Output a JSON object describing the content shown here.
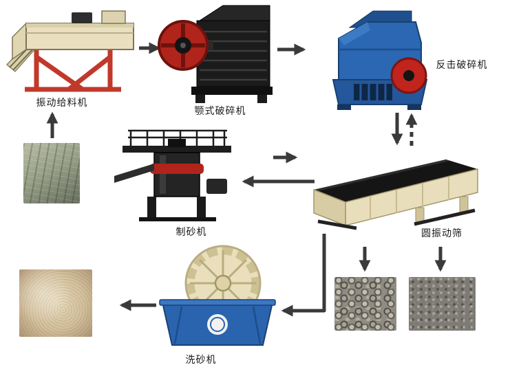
{
  "labels": {
    "vibrating_feeder": "振动给料机",
    "jaw_crusher": "颚式破碎机",
    "impact_crusher": "反击破碎机",
    "sand_maker": "制砂机",
    "vibrating_screen": "圆振动筛",
    "sand_washer": "洗砂机"
  },
  "images": {
    "raw_rock": "raw-rock-photo",
    "finished_sand": "finished-sand-pile-photo",
    "coarse_aggregate": "coarse-gravel-photo",
    "fine_aggregate": "fine-gravel-photo"
  },
  "flow": [
    {
      "from": "raw_rock",
      "to": "vibrating_feeder",
      "style": "solid"
    },
    {
      "from": "vibrating_feeder",
      "to": "jaw_crusher",
      "style": "solid"
    },
    {
      "from": "jaw_crusher",
      "to": "impact_crusher",
      "style": "solid"
    },
    {
      "from": "impact_crusher",
      "to": "vibrating_screen",
      "style": "solid"
    },
    {
      "from": "vibrating_screen",
      "to": "impact_crusher",
      "style": "dashed"
    },
    {
      "from": "sand_maker",
      "to": "vibrating_screen",
      "style": "solid"
    },
    {
      "from": "vibrating_screen",
      "to": "sand_maker",
      "style": "solid"
    },
    {
      "from": "vibrating_screen",
      "to": "coarse_aggregate",
      "style": "solid"
    },
    {
      "from": "vibrating_screen",
      "to": "fine_aggregate",
      "style": "solid"
    },
    {
      "from": "vibrating_screen",
      "to": "sand_washer",
      "style": "solid"
    },
    {
      "from": "sand_washer",
      "to": "finished_sand",
      "style": "solid"
    }
  ],
  "colors": {
    "background": "#ffffff",
    "arrow": "#3a3a3a",
    "machine_blue": "#2a64ae",
    "machine_red": "#b1241c",
    "machine_cream": "#e8debc",
    "machine_dark": "#1b1b1b",
    "label_text": "#1a1a1a"
  }
}
